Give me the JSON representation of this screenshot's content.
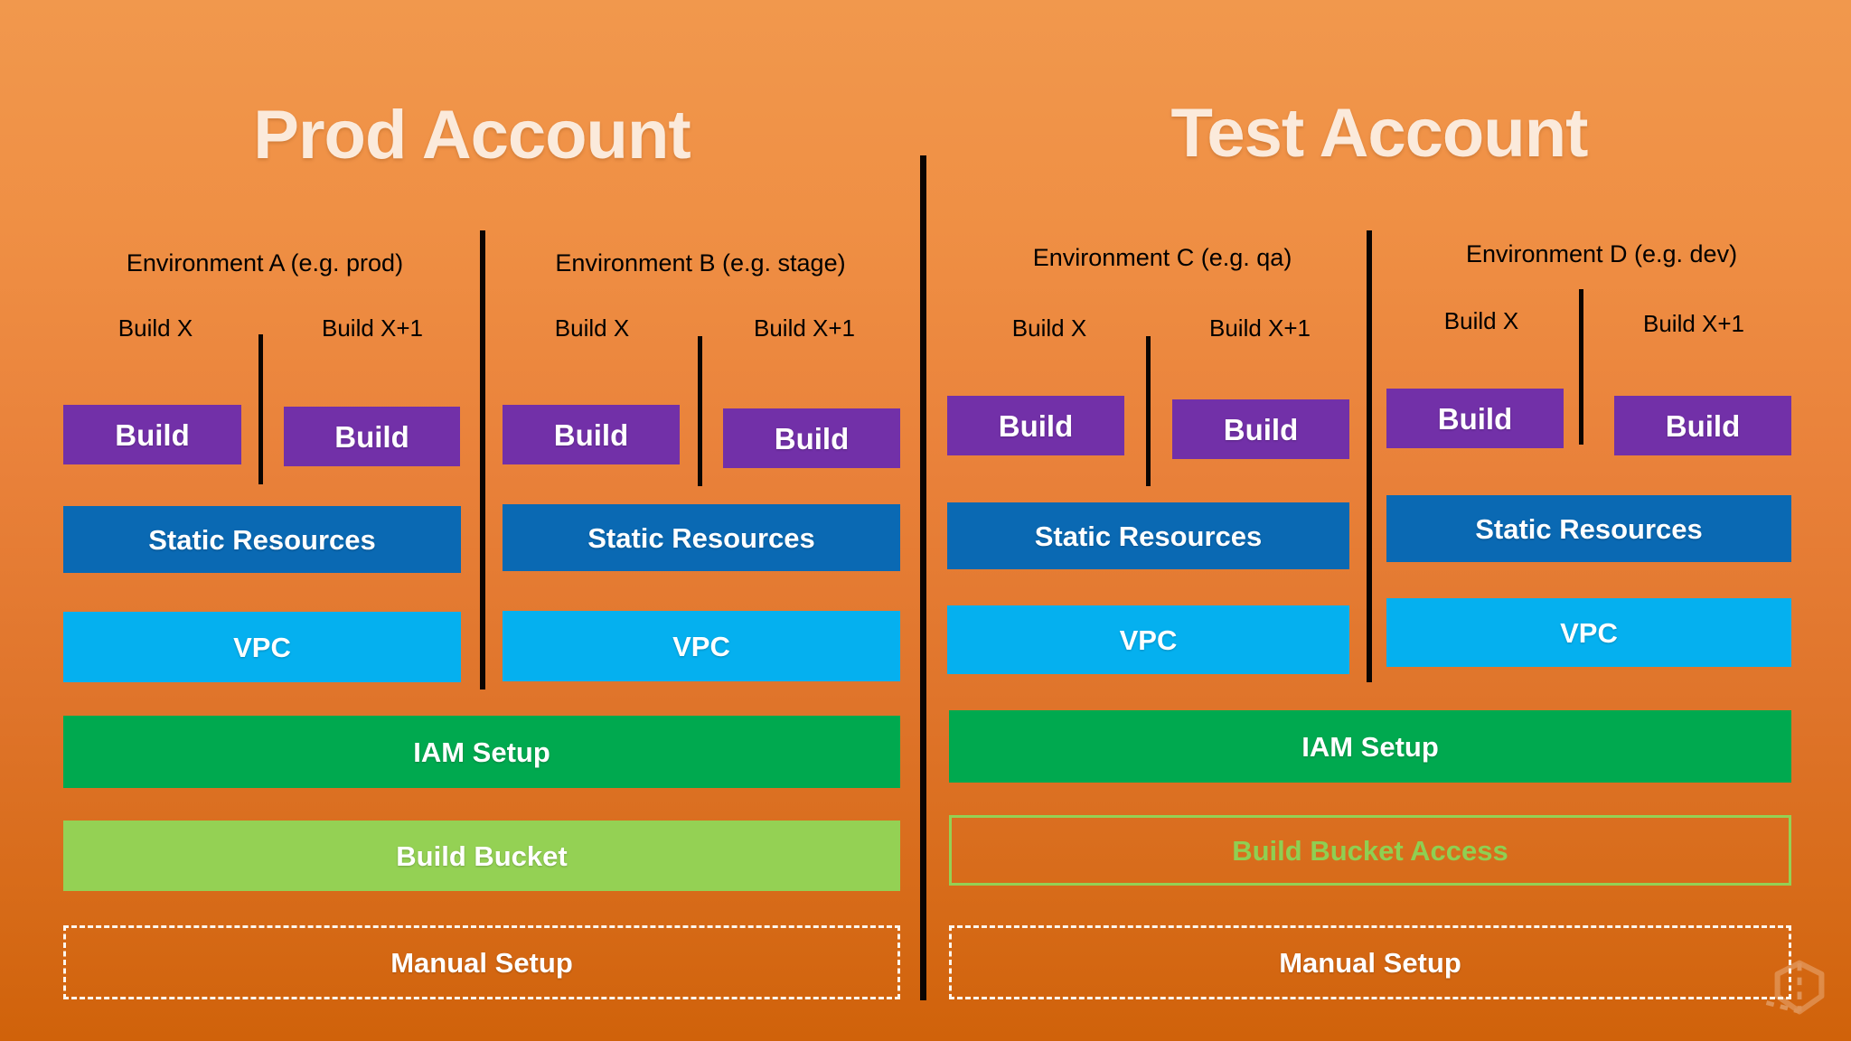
{
  "accounts": [
    {
      "id": "prod",
      "title": "Prod Account",
      "environments": [
        {
          "id": "env-a",
          "label": "Environment A (e.g. prod)",
          "builds": [
            {
              "label": "Build X",
              "box": "Build"
            },
            {
              "label": "Build X+1",
              "box": "Build"
            }
          ],
          "static_resources": "Static Resources",
          "vpc": "VPC"
        },
        {
          "id": "env-b",
          "label": "Environment B (e.g. stage)",
          "builds": [
            {
              "label": "Build X",
              "box": "Build"
            },
            {
              "label": "Build X+1",
              "box": "Build"
            }
          ],
          "static_resources": "Static Resources",
          "vpc": "VPC"
        }
      ],
      "iam_setup": "IAM Setup",
      "bucket": {
        "label": "Build Bucket",
        "style": "filled"
      },
      "manual_setup": "Manual Setup"
    },
    {
      "id": "test",
      "title": "Test Account",
      "environments": [
        {
          "id": "env-c",
          "label": "Environment C (e.g. qa)",
          "builds": [
            {
              "label": "Build X",
              "box": "Build"
            },
            {
              "label": "Build X+1",
              "box": "Build"
            }
          ],
          "static_resources": "Static Resources",
          "vpc": "VPC"
        },
        {
          "id": "env-d",
          "label": "Environment D (e.g. dev)",
          "builds": [
            {
              "label": "Build X",
              "box": "Build"
            },
            {
              "label": "Build X+1",
              "box": "Build"
            }
          ],
          "static_resources": "Static Resources",
          "vpc": "VPC"
        }
      ],
      "iam_setup": "IAM Setup",
      "bucket": {
        "label": "Build Bucket  Access",
        "style": "outline"
      },
      "manual_setup": "Manual Setup"
    }
  ],
  "colors": {
    "background_top": "#f1984d",
    "background_bottom": "#d0620a",
    "title_text": "#fbeadb",
    "build_box": "#7230a8",
    "static_resources_box": "#0a69b3",
    "vpc_box": "#05b0ef",
    "iam_setup_box": "#00a94f",
    "build_bucket_box": "#94d154",
    "bucket_access_border": "#94d154",
    "manual_setup_border": "#fdf6ee",
    "divider": "#0b0502"
  },
  "watermark": {
    "name": "shield-logo"
  }
}
